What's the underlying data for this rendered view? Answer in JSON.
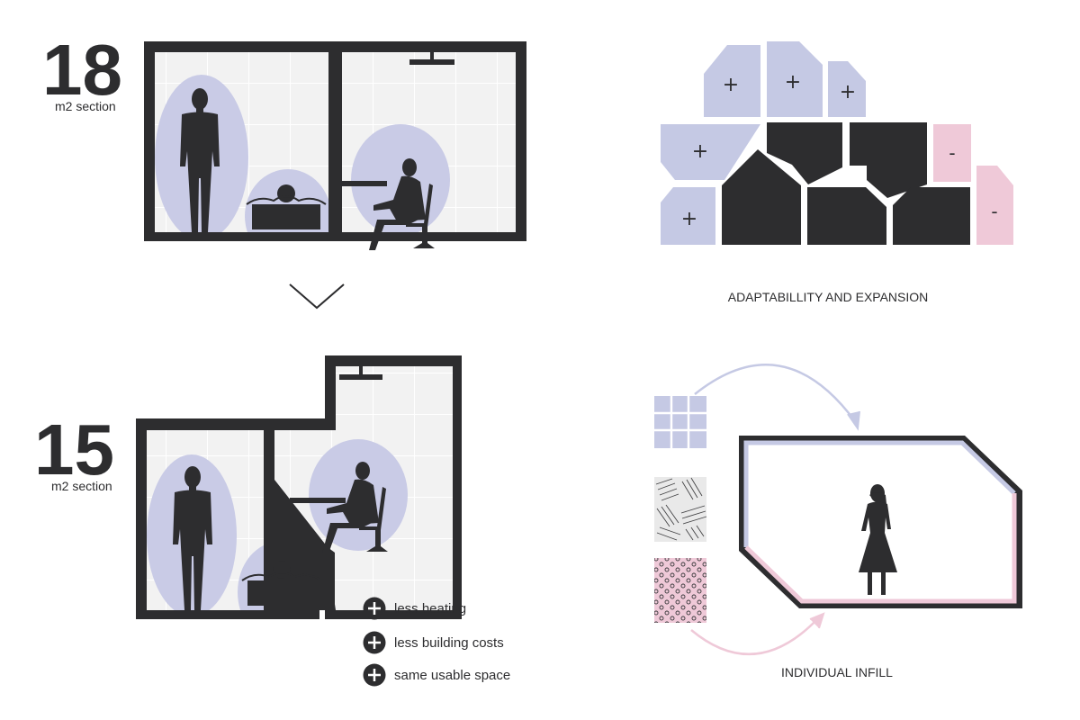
{
  "top_section": {
    "number": "18",
    "unit_label": "m2 section"
  },
  "bottom_section": {
    "number": "15",
    "unit_label": "m2 section"
  },
  "benefits": [
    {
      "label": "less heating"
    },
    {
      "label": "less building costs"
    },
    {
      "label": "same usable space"
    }
  ],
  "adaptability": {
    "caption": "ADAPTABILLITY AND EXPANSION",
    "plus_sign": "+",
    "minus_sign": "-"
  },
  "infill": {
    "caption": "INDIVIDUAL INFILL"
  },
  "colors": {
    "dark": "#2d2d2f",
    "lavender": "#c5c9e4",
    "lavender_blob": "#c9cbe6",
    "pink": "#efc9d8",
    "grid_bg": "#f2f2f2",
    "grid_line": "#ffffff"
  }
}
